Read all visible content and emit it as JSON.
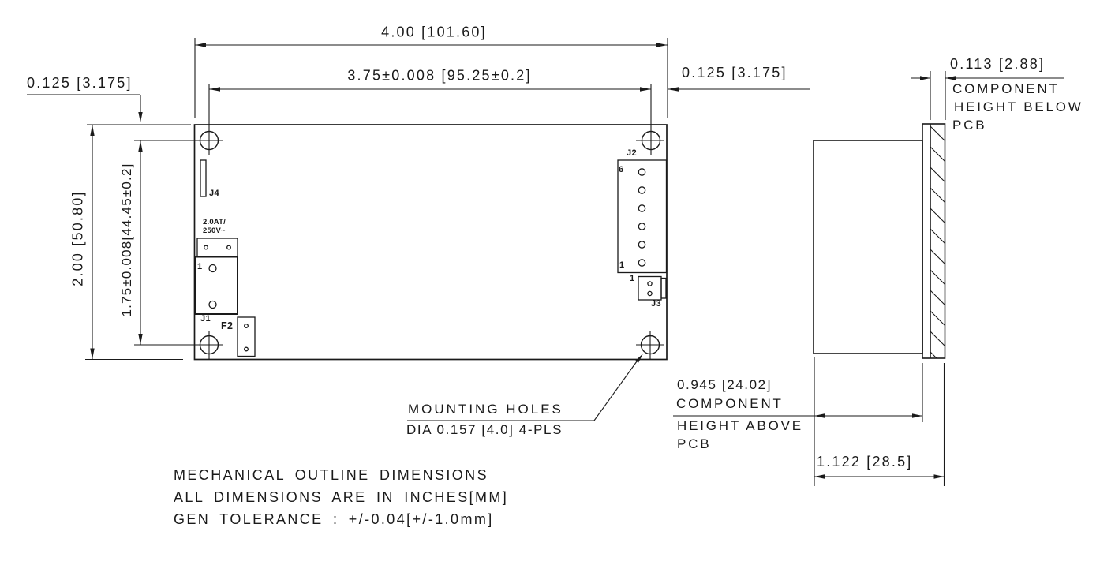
{
  "colors": {
    "line": "#1a1a1a",
    "background": "#ffffff"
  },
  "top_view": {
    "dims": {
      "overall_width": "4.00 [101.60]",
      "hole_pitch_horizontal": "3.75±0.008 [95.25±0.2]",
      "edge_offset_left": "0.125 [3.175]",
      "edge_offset_right": "0.125 [3.175]",
      "overall_height": "2.00 [50.80]",
      "hole_pitch_vertical": "1.75±0.008[44.45±0.2]"
    },
    "mounting_note": {
      "line1": "MOUNTING HOLES",
      "line2": "DIA 0.157 [4.0] 4-PLS"
    },
    "components": {
      "j4_label": "J4",
      "fuse_rating_line1": "2.0AT/",
      "fuse_rating_line2": "250V~",
      "j1_label": "J1",
      "j1_pin1": "1",
      "f2_label": "F2",
      "j2_label": "J2",
      "j2_pin6": "6",
      "j2_pin1": "1",
      "j3_label": "J3",
      "j3_pin1": "1"
    }
  },
  "side_view": {
    "dims": {
      "component_height_below": "0.113 [2.88]",
      "component_height_above": "0.945 [24.02]",
      "overall_depth": "1.122 [28.5]"
    },
    "labels": {
      "below_line1": "COMPONENT",
      "below_line2": "HEIGHT BELOW",
      "below_line3": "PCB",
      "above_line1": "COMPONENT",
      "above_line2": "HEIGHT ABOVE",
      "above_line3": "PCB"
    }
  },
  "notes": {
    "line1": "MECHANICAL OUTLINE DIMENSIONS",
    "line2": "ALL DIMENSIONS ARE IN INCHES[MM]",
    "line3": "GEN TOLERANCE : +/-0.04[+/-1.0mm]"
  }
}
